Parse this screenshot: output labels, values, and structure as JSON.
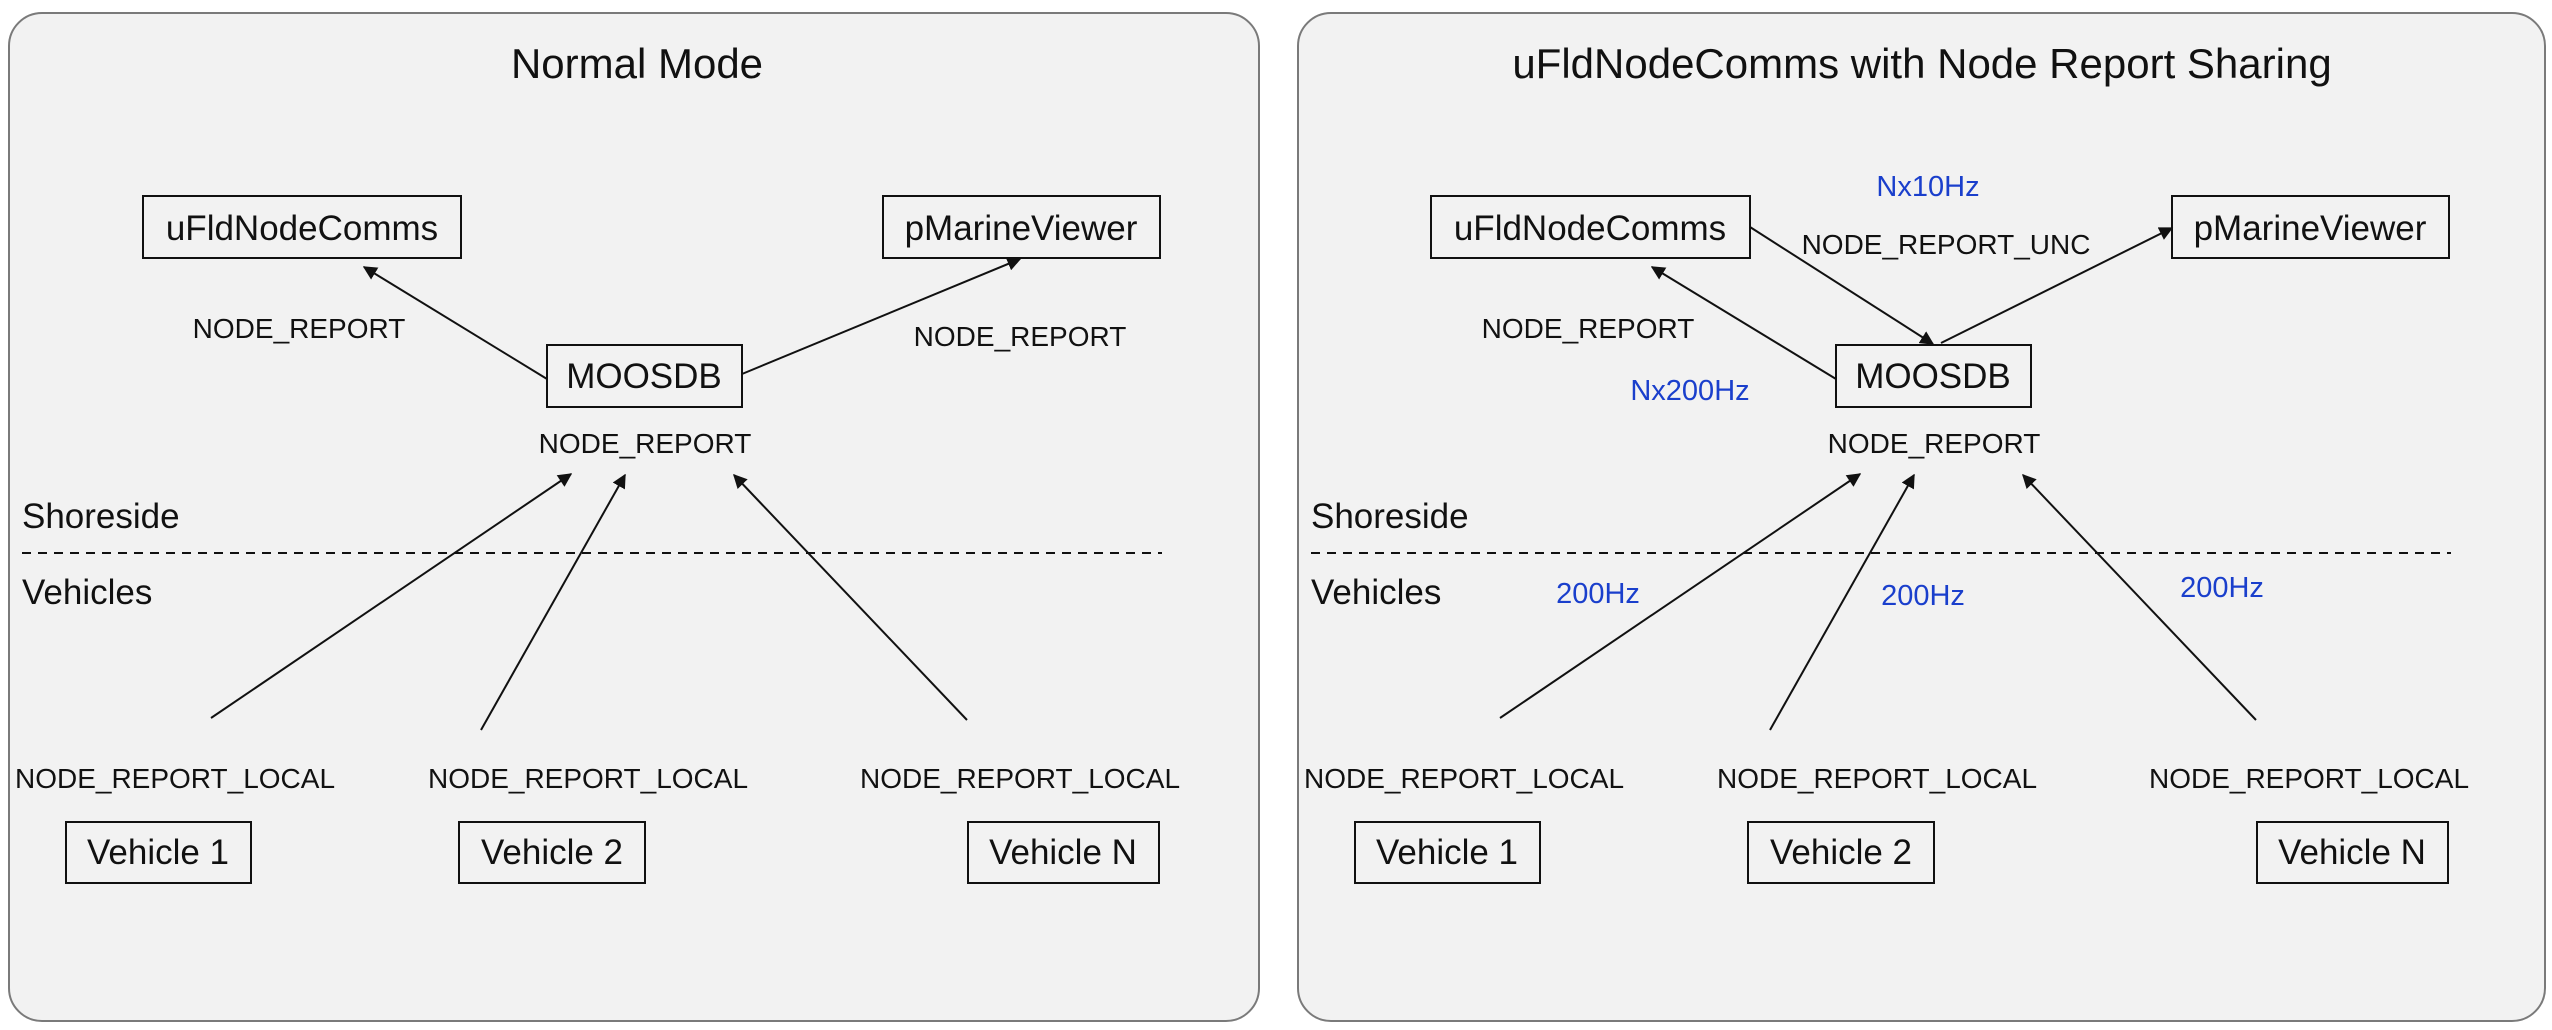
{
  "left_panel": {
    "title": "Normal Mode",
    "nodes": {
      "node_comms": "uFldNodeComms",
      "viewer": "pMarineViewer",
      "moosdb": "MOOSDB",
      "vehicle_1": "Vehicle 1",
      "vehicle_2": "Vehicle 2",
      "vehicle_n": "Vehicle N"
    },
    "messages": {
      "to_node_comms": "NODE_REPORT",
      "to_viewer": "NODE_REPORT",
      "into_moosdb": "NODE_REPORT",
      "vehicle_1_out": "NODE_REPORT_LOCAL",
      "vehicle_2_out": "NODE_REPORT_LOCAL",
      "vehicle_n_out": "NODE_REPORT_LOCAL"
    },
    "zones": {
      "shoreside": "Shoreside",
      "vehicles": "Vehicles"
    }
  },
  "right_panel": {
    "title": "uFldNodeComms with Node Report Sharing",
    "nodes": {
      "node_comms": "uFldNodeComms",
      "viewer": "pMarineViewer",
      "moosdb": "MOOSDB",
      "vehicle_1": "Vehicle 1",
      "vehicle_2": "Vehicle 2",
      "vehicle_n": "Vehicle N"
    },
    "messages": {
      "to_node_comms": "NODE_REPORT",
      "unc": "NODE_REPORT_UNC",
      "into_moosdb": "NODE_REPORT",
      "vehicle_1_out": "NODE_REPORT_LOCAL",
      "vehicle_2_out": "NODE_REPORT_LOCAL",
      "vehicle_n_out": "NODE_REPORT_LOCAL"
    },
    "rates": {
      "unc": "Nx10Hz",
      "to_node_comms": "Nx200Hz",
      "vehicle_1": "200Hz",
      "vehicle_2": "200Hz",
      "vehicle_n": "200Hz"
    },
    "zones": {
      "shoreside": "Shoreside",
      "vehicles": "Vehicles"
    },
    "rate_color": "#1a3fcc"
  }
}
